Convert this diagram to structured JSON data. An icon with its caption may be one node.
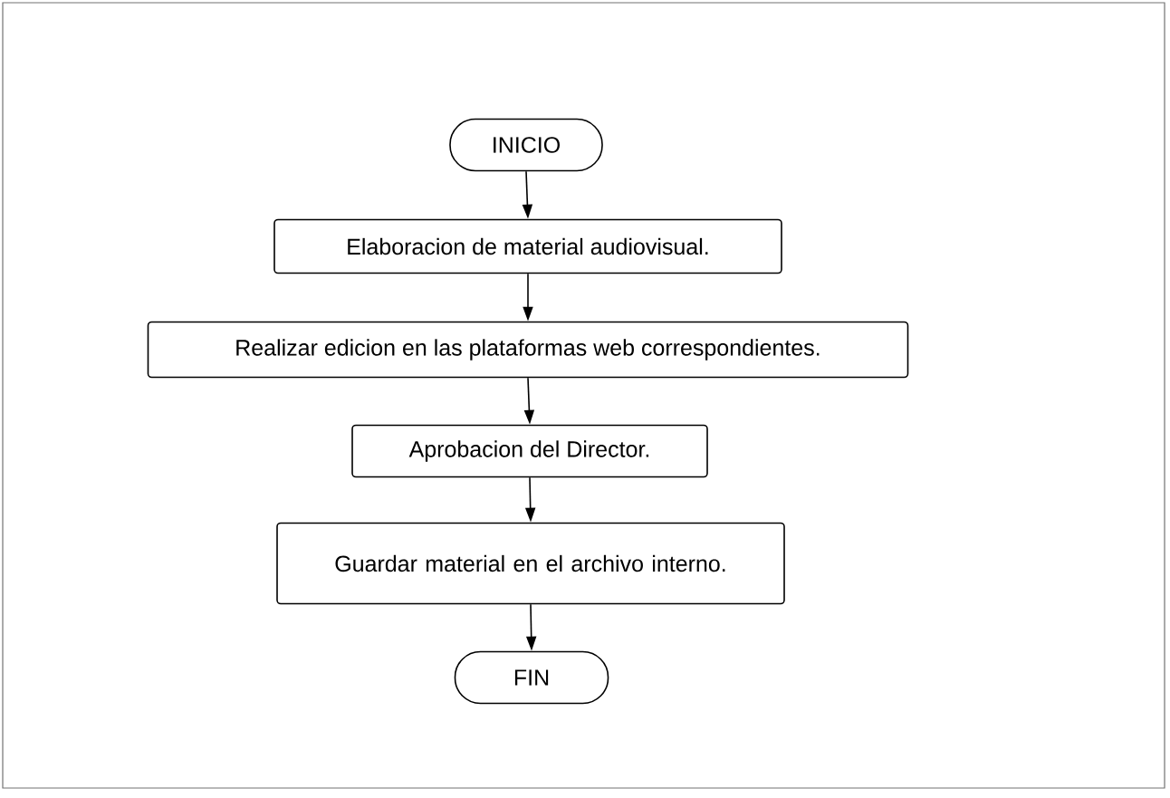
{
  "diagram": {
    "nodes": [
      {
        "text": [
          "INICIO"
        ]
      },
      {
        "text": [
          "Elaboracion de material audiovisual."
        ]
      },
      {
        "text": [
          "Realizar edicion en las plataformas web correspondientes."
        ]
      },
      {
        "text": [
          "Aprobacion del Director."
        ]
      },
      {
        "text": [
          "Guardar material en el archivo interno."
        ]
      },
      {
        "text": [
          "FIN"
        ]
      }
    ],
    "edges": [
      {
        "from": 0,
        "to": 1,
        "arrow": "to"
      },
      {
        "from": 1,
        "to": 2,
        "arrow": "to"
      },
      {
        "from": 2,
        "to": 3,
        "arrow": "to"
      },
      {
        "from": 3,
        "to": 4,
        "arrow": "to"
      },
      {
        "from": 4,
        "to": 5,
        "arrow": "to"
      }
    ]
  }
}
